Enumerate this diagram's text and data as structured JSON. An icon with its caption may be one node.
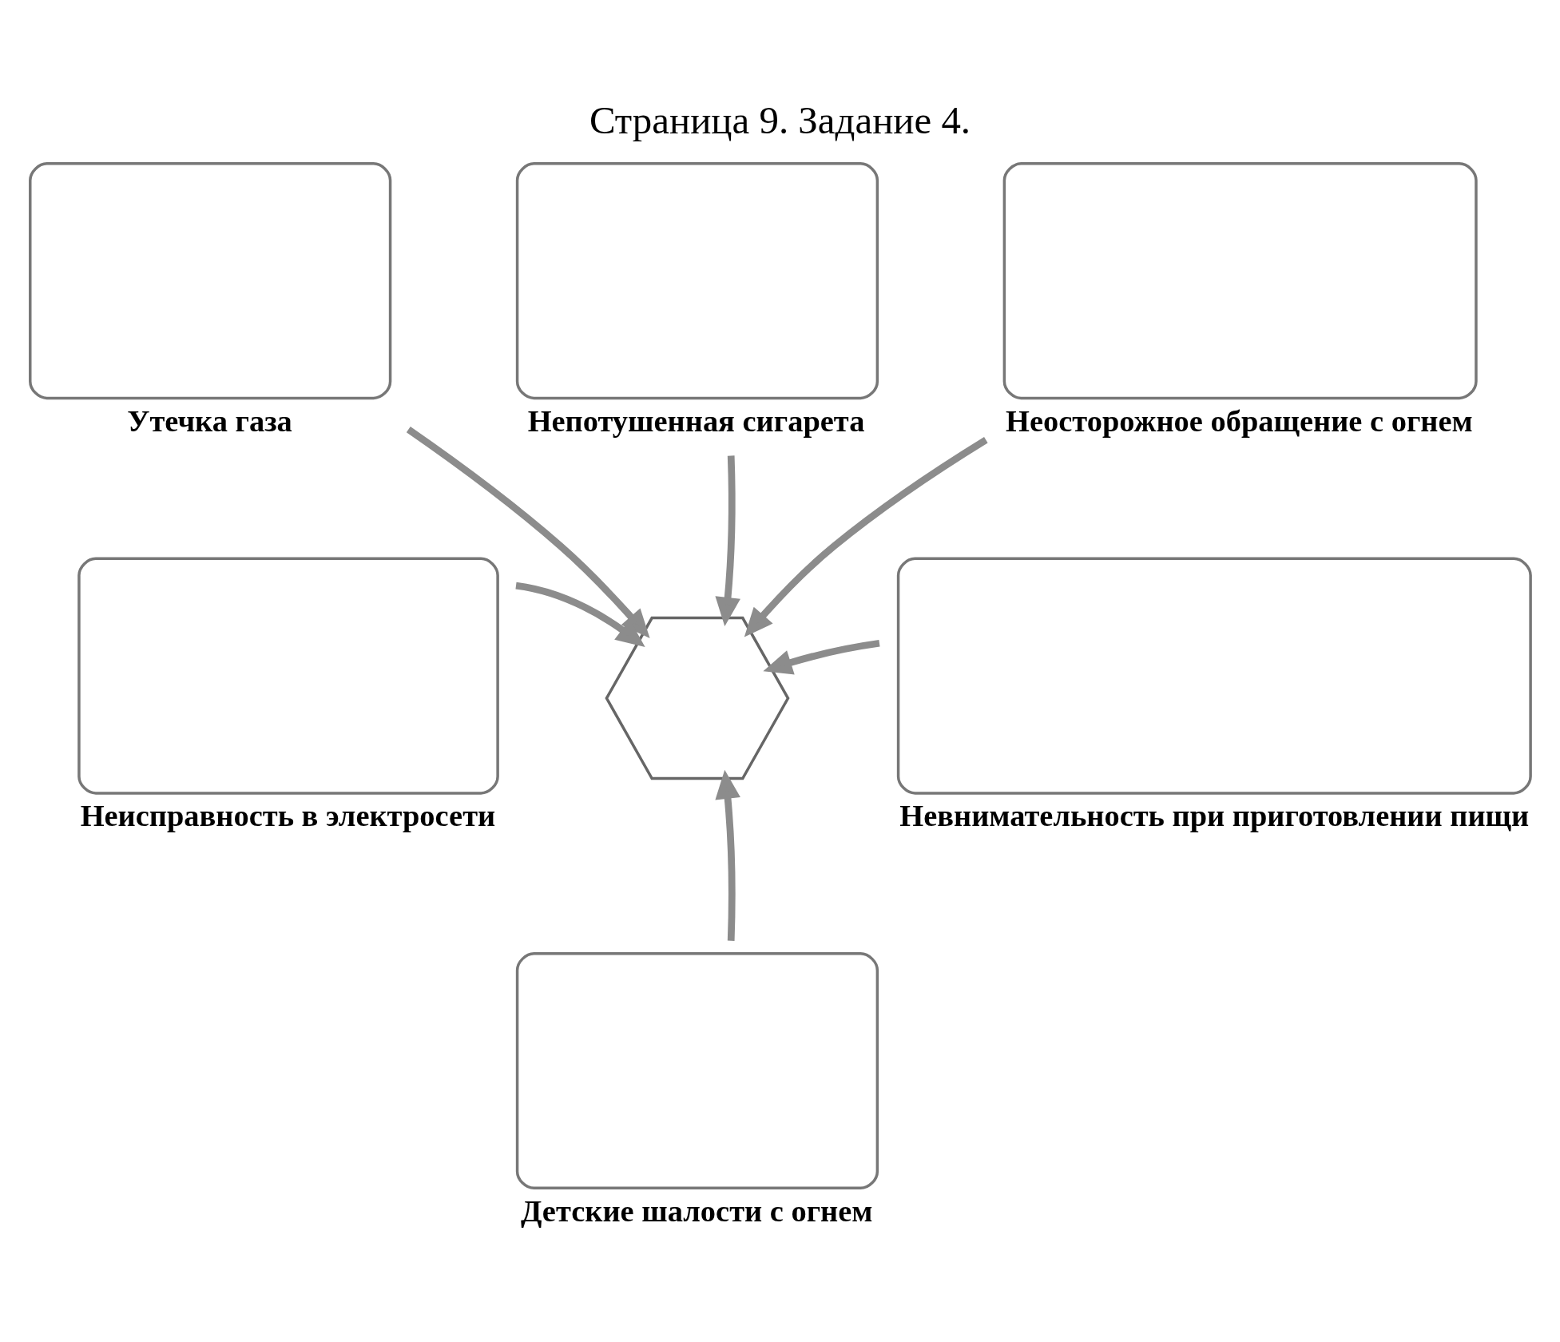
{
  "diagram": {
    "title": "Страница 9. Задание 4.",
    "nodes": [
      {
        "text": [
          "Утечка газа"
        ]
      },
      {
        "text": [
          "Непотушенная сигарета"
        ]
      },
      {
        "text": [
          "Неосторожное обращение с огнем"
        ]
      },
      {
        "text": [
          "Неисправность в электросети"
        ]
      },
      {
        "text": [],
        "shape": "hexagon"
      },
      {
        "text": [
          "Невнимательность при приготовлении пищи"
        ]
      },
      {
        "text": [
          "Детские шалости с огнем"
        ]
      }
    ],
    "edges": [
      {
        "from": 0,
        "to": 4,
        "arrow": "to"
      },
      {
        "from": 1,
        "to": 4,
        "arrow": "to"
      },
      {
        "from": 2,
        "to": 4,
        "arrow": "to"
      },
      {
        "from": 3,
        "to": 4,
        "arrow": "to"
      },
      {
        "from": 5,
        "to": 4,
        "arrow": "to"
      },
      {
        "from": 6,
        "to": 4,
        "arrow": "to"
      }
    ]
  }
}
